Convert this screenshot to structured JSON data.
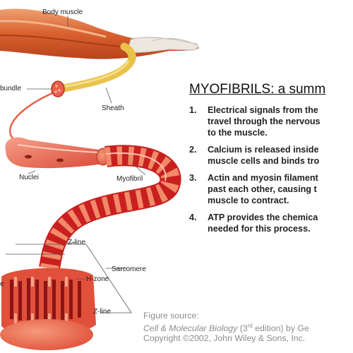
{
  "labels": {
    "body_muscle": "Body muscle",
    "bundle": "bundle",
    "sheath": "Sheath",
    "nuclei": "Nuclei",
    "myofibril": "Myofibril",
    "z_line_top": "Z-line",
    "sarcomere": "Sarcomere",
    "h_zone": "H-zone",
    "z_line_bottom": "Z-line",
    "e": "e"
  },
  "summary": {
    "title": "MYOFIBRILS: a summ",
    "items": [
      {
        "number": "1.",
        "lines": [
          "Electrical signals from the",
          "travel through the nervous",
          "to the muscle."
        ]
      },
      {
        "number": "2.",
        "lines": [
          "Calcium is released inside",
          "muscle cells and binds tro"
        ]
      },
      {
        "number": "3.",
        "lines": [
          "Actin and myosin filament",
          "past each other, causing t",
          "muscle to contract."
        ]
      },
      {
        "number": "4.",
        "lines": [
          "ATP provides the chemica",
          "needed for this process."
        ]
      }
    ]
  },
  "source": {
    "line1": "Figure source:",
    "book": "Cell & Molecular Biology",
    "edition_prefix": " (3",
    "edition_sup": "rd",
    "edition_suffix": " edition) by Ge",
    "line3": "Copyright ©2002, John Wiley & Sons, Inc."
  },
  "colors": {
    "muscle": "#d9602f",
    "tendon": "#e8e4dc",
    "sheath": "#e9c24a",
    "fiber": "#e8604c",
    "myofibril": "#d9262a",
    "myofibril_band": "#f28a6a",
    "text_gray": "#8c8c8c"
  }
}
